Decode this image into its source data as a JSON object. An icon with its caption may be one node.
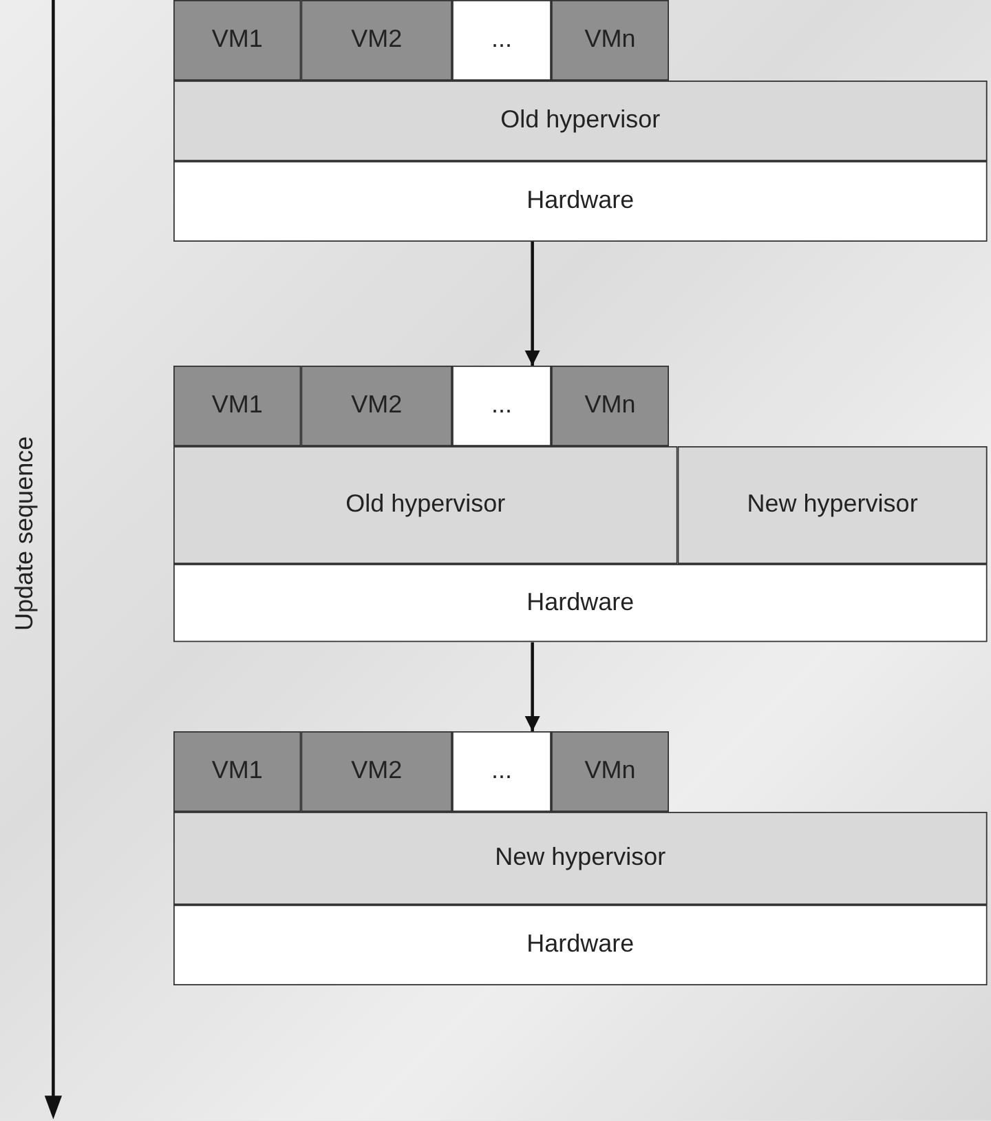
{
  "diagram": {
    "nodes": [
      {
        "text": [
          "VM1"
        ]
      },
      {
        "text": [
          "VM2"
        ]
      },
      {
        "text": [
          "..."
        ]
      },
      {
        "text": [
          "VMn"
        ]
      },
      {
        "text": [
          "Old hypervisor"
        ]
      },
      {
        "text": [
          "Hardware"
        ]
      },
      {
        "text": [
          "VM1"
        ]
      },
      {
        "text": [
          "VM2"
        ]
      },
      {
        "text": [
          "..."
        ]
      },
      {
        "text": [
          "VMn"
        ]
      },
      {
        "text": [
          "Old hypervisor"
        ]
      },
      {
        "text": [
          "New hypervisor"
        ]
      },
      {
        "text": [
          "Hardware"
        ]
      },
      {
        "text": [
          "VM1"
        ]
      },
      {
        "text": [
          "VM2"
        ]
      },
      {
        "text": [
          "..."
        ]
      },
      {
        "text": [
          "VMn"
        ]
      },
      {
        "text": [
          "New hypervisor"
        ]
      },
      {
        "text": [
          "Hardware"
        ]
      }
    ],
    "edges": [
      {
        "from": 5,
        "to": 8,
        "arrow": "to"
      },
      {
        "from": 12,
        "to": 15,
        "arrow": "to"
      }
    ],
    "labels": [
      "Update sequence"
    ]
  }
}
